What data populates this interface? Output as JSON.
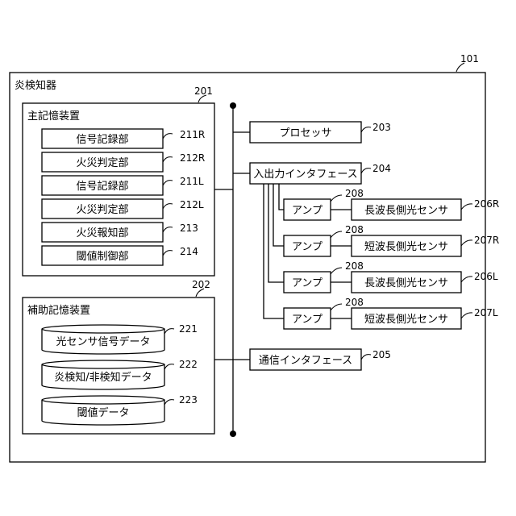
{
  "title": "炎検知器",
  "refs": {
    "device": "101",
    "main_memory": "201",
    "aux_memory": "202",
    "processor": "203",
    "io_interface": "204",
    "comm_interface": "205",
    "amp": "208"
  },
  "main_memory": {
    "label": "主記憶装置",
    "modules": [
      {
        "label": "信号記録部",
        "ref": "211R"
      },
      {
        "label": "火災判定部",
        "ref": "212R"
      },
      {
        "label": "信号記録部",
        "ref": "211L"
      },
      {
        "label": "火災判定部",
        "ref": "212L"
      },
      {
        "label": "火災報知部",
        "ref": "213"
      },
      {
        "label": "閾値制御部",
        "ref": "214"
      }
    ]
  },
  "aux_memory": {
    "label": "補助記憶装置",
    "stores": [
      {
        "label": "光センサ信号データ",
        "ref": "221"
      },
      {
        "label": "炎検知/非検知データ",
        "ref": "222"
      },
      {
        "label": "閾値データ",
        "ref": "223"
      }
    ]
  },
  "processor": {
    "label": "プロセッサ"
  },
  "io_interface": {
    "label": "入出力インタフェース"
  },
  "comm_interface": {
    "label": "通信インタフェース"
  },
  "sensor_chain": [
    {
      "amp": "アンプ",
      "amp_ref": "208",
      "sensor": "長波長側光センサ",
      "sensor_ref": "206R"
    },
    {
      "amp": "アンプ",
      "amp_ref": "208",
      "sensor": "短波長側光センサ",
      "sensor_ref": "207R"
    },
    {
      "amp": "アンプ",
      "amp_ref": "208",
      "sensor": "長波長側光センサ",
      "sensor_ref": "206L"
    },
    {
      "amp": "アンプ",
      "amp_ref": "208",
      "sensor": "短波長側光センサ",
      "sensor_ref": "207L"
    }
  ]
}
